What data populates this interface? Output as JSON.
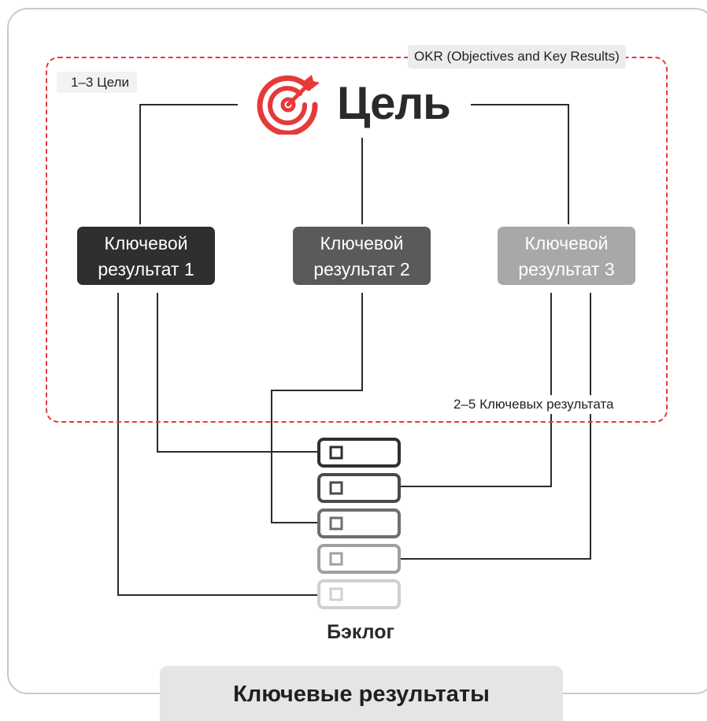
{
  "okr_tag": "OKR (Objectives and Key Results)",
  "goals_count": "1–3 Цели",
  "goal": {
    "title": "Цель",
    "icon": "target-arrow-icon",
    "icon_color": "#e6393a"
  },
  "key_results": [
    {
      "line1": "Ключевой",
      "line2": "результат 1",
      "color": "#2f2f2f"
    },
    {
      "line1": "Ключевой",
      "line2": "результат 2",
      "color": "#5a5a5a"
    },
    {
      "line1": "Ключевой",
      "line2": "результат 3",
      "color": "#a8a8a8"
    }
  ],
  "kr_count": "2–5 Ключевых результата",
  "backlog": {
    "label": "Бэклог",
    "item_colors": [
      "#2f2f2f",
      "#4a4a4a",
      "#6e6e6e",
      "#a0a0a0",
      "#d0d0d0"
    ]
  },
  "bottom_title": "Ключевые результаты",
  "colors": {
    "accent": "#e6393a",
    "frame": "#c9c9c9",
    "tab": "#e5e5e5"
  }
}
